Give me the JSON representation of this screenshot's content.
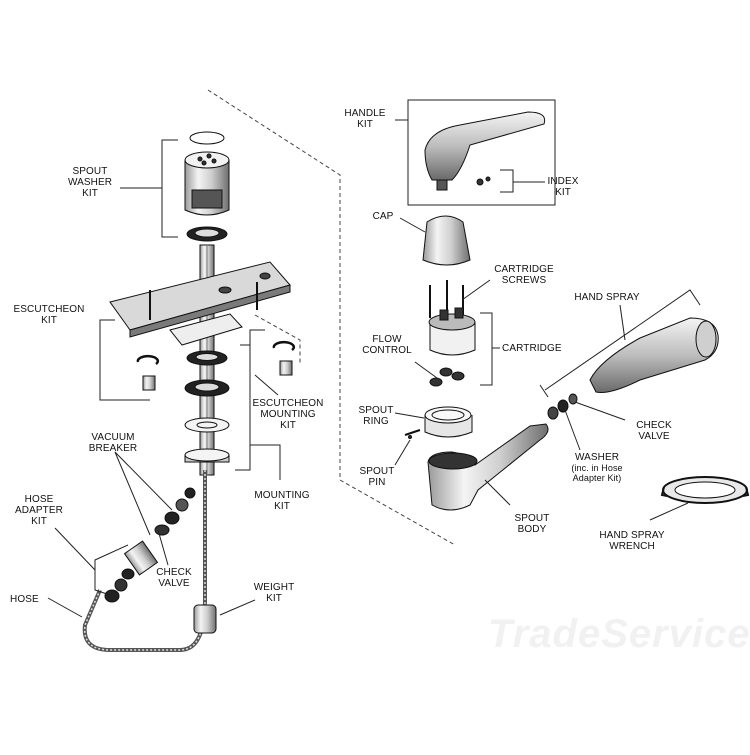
{
  "watermark": "TradeService",
  "labels": {
    "spout_washer_kit": "SPOUT\nWASHER\nKIT",
    "escutcheon_kit": "ESCUTCHEON\nKIT",
    "escutcheon_mounting_kit": "ESCUTCHEON\nMOUNTING\nKIT",
    "vacuum_breaker": "VACUUM\nBREAKER",
    "hose_adapter_kit": "HOSE\nADAPTER\nKIT",
    "mounting_kit": "MOUNTING\nKIT",
    "check_valve_left": "CHECK\nVALVE",
    "hose": "HOSE",
    "weight_kit": "WEIGHT\nKIT",
    "handle_kit": "HANDLE\nKIT",
    "index_kit": "INDEX\nKIT",
    "cap": "CAP",
    "cartridge_screws": "CARTRIDGE\nSCREWS",
    "flow_control": "FLOW\nCONTROL",
    "cartridge": "CARTRIDGE",
    "hand_spray": "HAND SPRAY",
    "spout_ring": "SPOUT\nRING",
    "check_valve_right": "CHECK\nVALVE",
    "washer": "WASHER",
    "washer_note": "(inc. in Hose\nAdapter Kit)",
    "spout_pin": "SPOUT\nPIN",
    "spout_body": "SPOUT\nBODY",
    "hand_spray_wrench": "HAND SPRAY\nWRENCH"
  },
  "colors": {
    "ink": "#111111",
    "metal_light": "#e6e6e6",
    "metal_mid": "#a8a8a8",
    "metal_dark": "#3a3a3a"
  }
}
